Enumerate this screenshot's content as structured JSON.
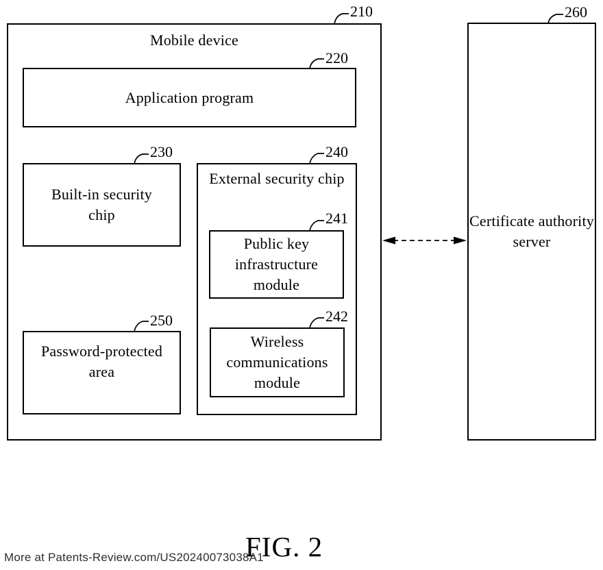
{
  "diagram": {
    "mobile_device": {
      "label": "Mobile device",
      "ref": "210"
    },
    "application_program": {
      "label": "Application program",
      "ref": "220"
    },
    "builtin_chip": {
      "label": "Built-in security chip",
      "ref": "230"
    },
    "external_chip": {
      "label": "External security chip",
      "ref": "240"
    },
    "pki_module": {
      "label": "Public key infrastructure module",
      "ref": "241"
    },
    "wireless_module": {
      "label": "Wireless communications module",
      "ref": "242"
    },
    "password_area": {
      "label": "Password-protected area",
      "ref": "250"
    },
    "ca_server": {
      "label": "Certificate authority server",
      "ref": "260"
    },
    "connection": {
      "type": "dashed-double-arrow",
      "from": "Mobile device",
      "to": "Certificate authority server"
    }
  },
  "caption": "FIG. 2",
  "footer": "More at Patents-Review.com/US20240073038A1",
  "colors": {
    "line": "#000000",
    "background": "#ffffff",
    "footer_text": "#2e2e2e"
  }
}
